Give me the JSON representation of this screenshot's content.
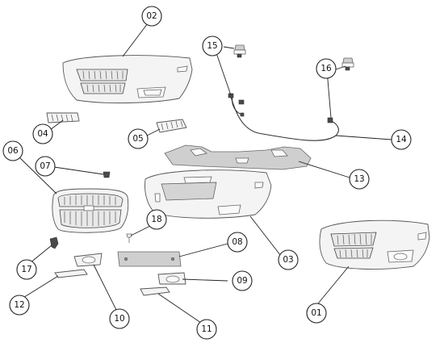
{
  "callouts": {
    "c01": "01",
    "c02": "02",
    "c03": "03",
    "c04": "04",
    "c05": "05",
    "c06": "06",
    "c07": "07",
    "c08": "08",
    "c09": "09",
    "c10": "10",
    "c11": "11",
    "c12": "12",
    "c13": "13",
    "c14": "14",
    "c15": "15",
    "c16": "16",
    "c17": "17",
    "c18": "18"
  },
  "colors": {
    "line": "#222222",
    "part_fill": "#f4f4f4",
    "part_stroke": "#555555",
    "dark_part": "#4a4a4a"
  }
}
